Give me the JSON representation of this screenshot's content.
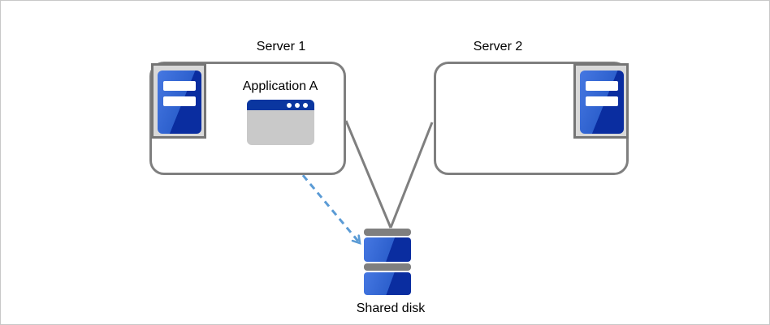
{
  "diagram": {
    "type": "cluster-architecture",
    "nodes": {
      "server1": {
        "label": "Server 1",
        "icon": "server-tower-icon"
      },
      "server2": {
        "label": "Server 2",
        "icon": "server-tower-icon"
      },
      "application_a": {
        "label": "Application A",
        "icon": "application-window-icon"
      },
      "shared_disk": {
        "label": "Shared disk",
        "icon": "disk-stack-icon"
      }
    },
    "edges": [
      {
        "from": "server1",
        "to": "shared_disk",
        "style": "solid-line"
      },
      {
        "from": "server2",
        "to": "shared_disk",
        "style": "solid-line"
      },
      {
        "from": "application_a",
        "to": "shared_disk",
        "style": "dashed-arrow"
      }
    ]
  },
  "colors": {
    "frame_border": "#c8c8c8",
    "label_color": "#000000",
    "box_border": "#7f7f7f",
    "connector_gray": "#7f7f7f",
    "tray_fill": "#d9d9d9",
    "tray_border": "#757575",
    "blue_light": "#4678e2",
    "blue_mid": "#2d60cd",
    "blue_dark": "#0a2da0",
    "titlebar_blue": "#0a36a0",
    "window_gray": "#c9c9c9",
    "cap_gray": "#7f7f7f",
    "arrow_blue": "#5b9bd5"
  }
}
